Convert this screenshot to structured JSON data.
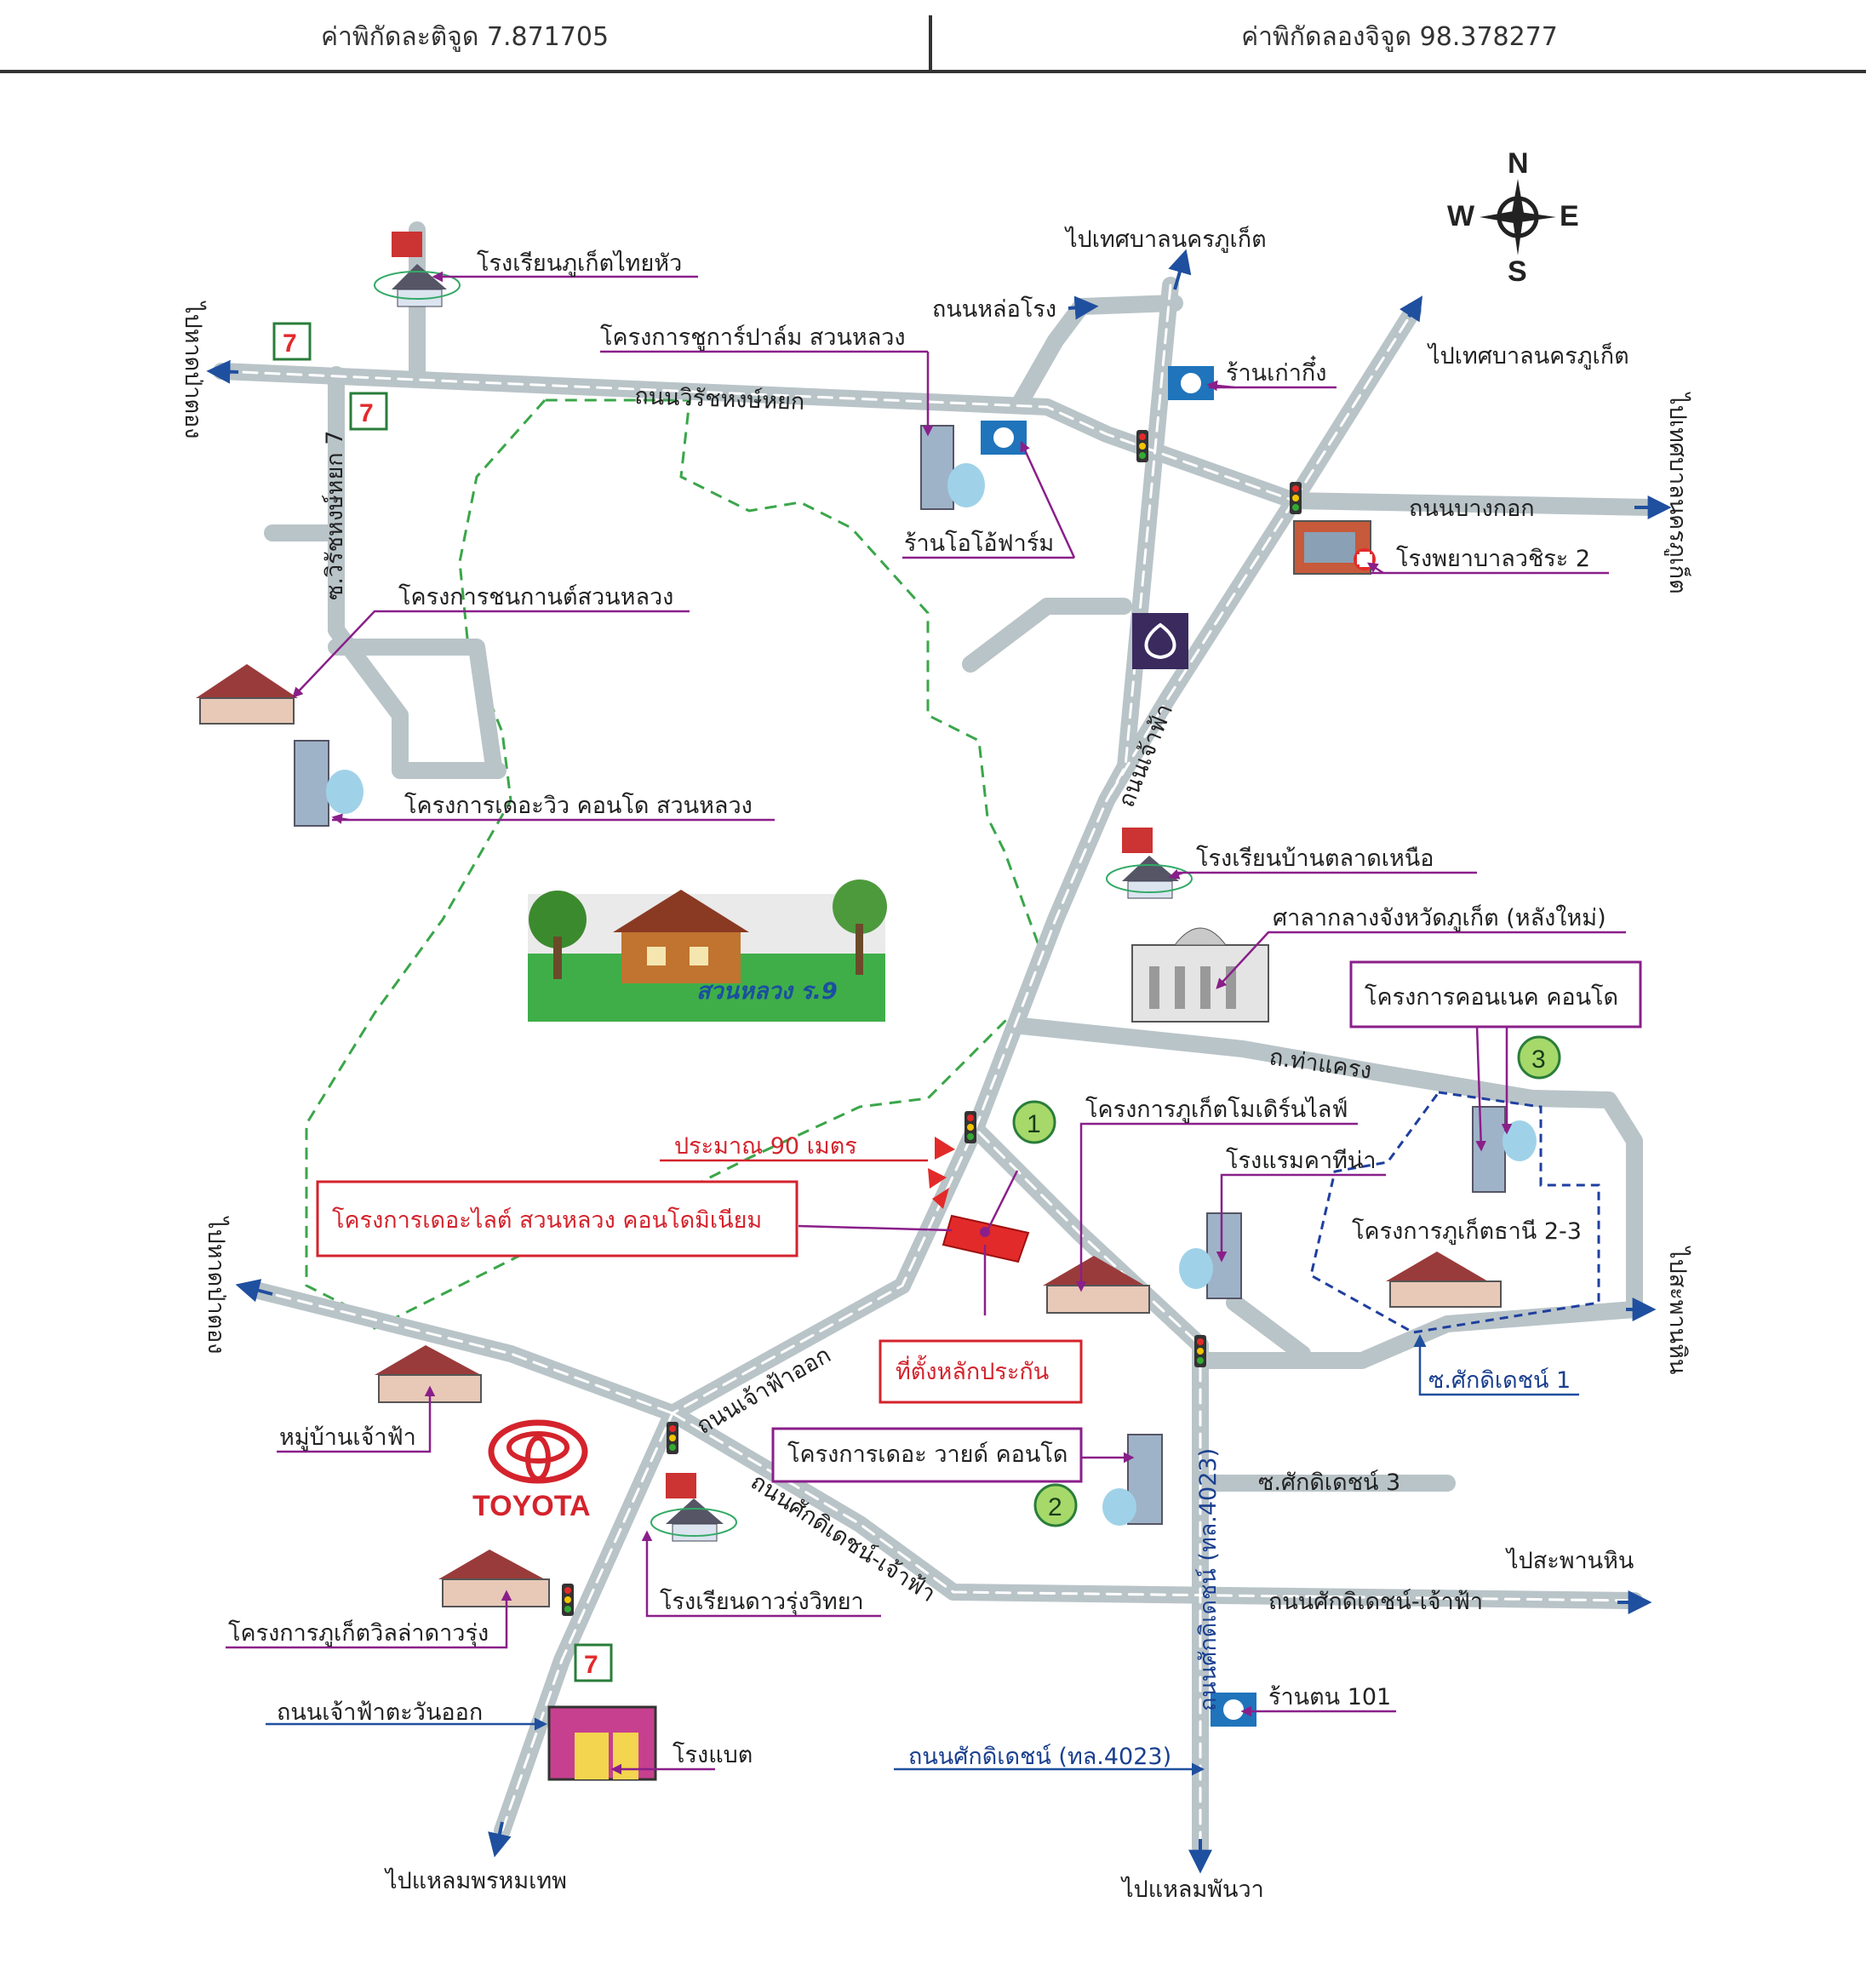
{
  "header": {
    "latitude_label": "ค่าพิกัดละติจูด 7.871705",
    "longitude_label": "ค่าพิกัดลองจิจูด 98.378277"
  },
  "compass": {
    "n": "N",
    "s": "S",
    "e": "E",
    "w": "W"
  },
  "roads": {
    "wirat_yok": "ถนนวิรัชหงษ์หยก",
    "lorong": "ถนนหล่อโรง",
    "bangkok": "ถนนบางกอก",
    "chaofa": "ถนนเจ้าฟ้า",
    "thakhrang": "ถ.ท่าแครง",
    "chaofa_ok": "ถนนเจ้าฟ้าออก",
    "sakdidej_chaofa_diag": "ถนนศักดิเดชน์-เจ้าฟ้า",
    "sakdidej_chaofa_horiz": "ถนนศักดิเดชน์-เจ้าฟ้า",
    "sakdidej_4023_vert": "ถนนศักดิเดชน์ (ทล.4023)",
    "sakdidej_4023_pointer": "ถนนศักดิเดชน์ (ทล.4023)",
    "chaofa_tawanok": "ถนนเจ้าฟ้าตะวันออก",
    "soi_wirat_7": "ซ.วิรัชหงษ์หยก 7",
    "soi_sakdidej_1": "ซ.ศักดิเดชน์ 1",
    "soi_sakdidej_3": "ซ.ศักดิเดชน์ 3"
  },
  "directions": {
    "to_phuket_muni_top": "ไปเทศบาลนครภูเก็ต",
    "to_phuket_muni_ne": "ไปเทศบาลนครภูเก็ต",
    "to_phuket_muni_east": "ไปเทศบาลนครภูเก็ต",
    "to_patong_top": "ไปหาดป่าตอง",
    "to_patong_mid": "ไปหาดป่าตอง",
    "to_saphan_hin_mid": "ไปสะพานหิน",
    "to_saphan_hin_bottom": "ไปสะพานหิน",
    "to_promthep": "ไปแหลมพรหมเทพ",
    "to_panwa": "ไปแหลมพันวา"
  },
  "places": {
    "school_phuket_thaihua": "โรงเรียนภูเก็ตไทยหัว",
    "sugar_palm": "โครงการชูการ์ปาล์ม สวนหลวง",
    "o_o_farm": "ร้านโอโอ้ฟาร์ม",
    "kao_king": "ร้านเก่ากึ๋ง",
    "vachira_hospital": "โรงพยาบาลวชิระ 2",
    "chonkan": "โครงการชนกานต์สวนหลวง",
    "the_view": "โครงการเดอะวิว คอนโด สวนหลวง",
    "school_ban_talat_nuea": "โรงเรียนบ้านตลาดเหนือ",
    "city_hall": "ศาลากลางจังหวัดภูเก็ต (หลังใหม่)",
    "connect_condo": "โครงการคอนเนค คอนโด",
    "suan_luang_park": "สวนหลวง ร.9",
    "phuket_modern_life": "โครงการภูเก็ตโมเดิร์นไลฟ์",
    "khathina_hotel": "โรงแรมคาทีน่า",
    "phuket_thani": "โครงการภูเก็ตธานี 2-3",
    "approx_90m": "ประมาณ 90 เมตร",
    "the_lite": "โครงการเดอะไลต์ สวนหลวง คอนโดมิเนียม",
    "collateral": "ที่ตั้งหลักประกัน",
    "moo_ban_chaofa": "หมู่บ้านเจ้าฟ้า",
    "toyota": "TOYOTA",
    "the_wide": "โครงการเดอะ วายด์ คอนโด",
    "school_dao_rung": "โรงเรียนดาวรุ่งวิทยา",
    "villa_dao_rung": "โครงการภูเก็ตวิลล่าดาวรุ่ง",
    "rongbat": "โรงแบต",
    "ton_101": "ร้านตน 101"
  },
  "markers": {
    "m1": "1",
    "m2": "2",
    "m3": "3"
  },
  "colors": {
    "road": "#b9c4c8",
    "road_dash": "#ffffff",
    "arrow": "#1f4f9f",
    "label_line": "#8a1f8a",
    "red": "#e32a2a",
    "park_green": "#2f9e44",
    "marker_green": "#a6d96a"
  },
  "icons": {
    "seven_eleven": "seven-eleven-icon",
    "bank": "bangkok-bank-icon",
    "traffic_light": "traffic-light-icon",
    "restaurant": "restaurant-icon",
    "school": "school-icon",
    "hospital": "hospital-icon"
  }
}
